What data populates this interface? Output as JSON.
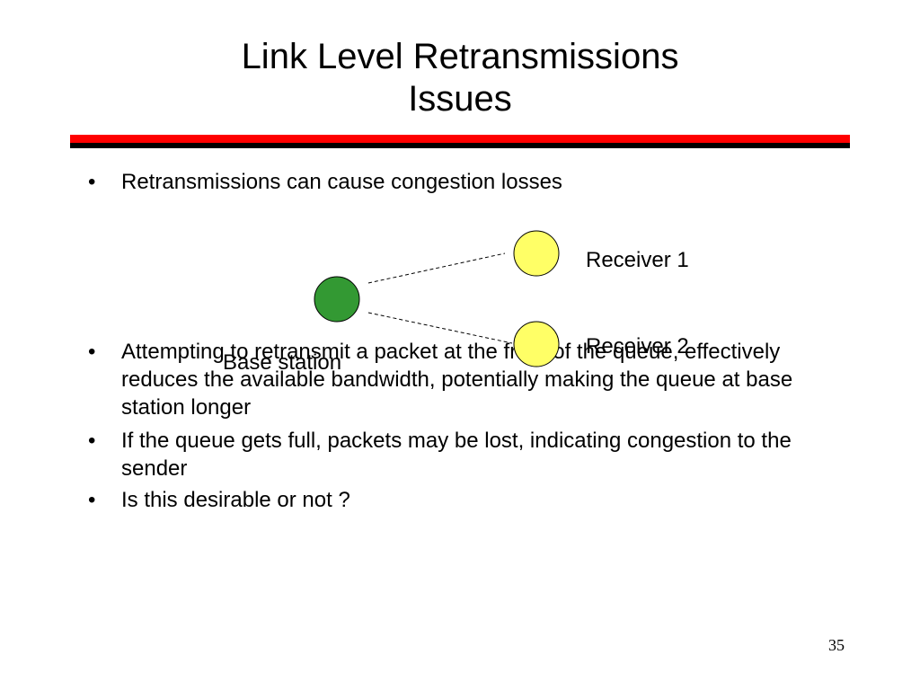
{
  "slide": {
    "title_line1": "Link Level Retransmissions",
    "title_line2": "Issues",
    "bullets": [
      "Retransmissions can cause congestion losses",
      "Attempting to retransmit a packet at the front of the queue, effectively reduces the available bandwidth, potentially making the queue at base station longer",
      "If the queue gets full, packets may be lost, indicating congestion to the sender",
      "Is this desirable or not ?"
    ],
    "page_number": "35"
  },
  "diagram": {
    "receiver1_label": "Receiver 1",
    "receiver2_label": "Receiver 2",
    "base_station_label": "Base station",
    "colors": {
      "base_station_fill": "#339933",
      "receiver_fill": "#ffff66",
      "rule_red": "#ff0000",
      "rule_black": "#000000"
    }
  }
}
